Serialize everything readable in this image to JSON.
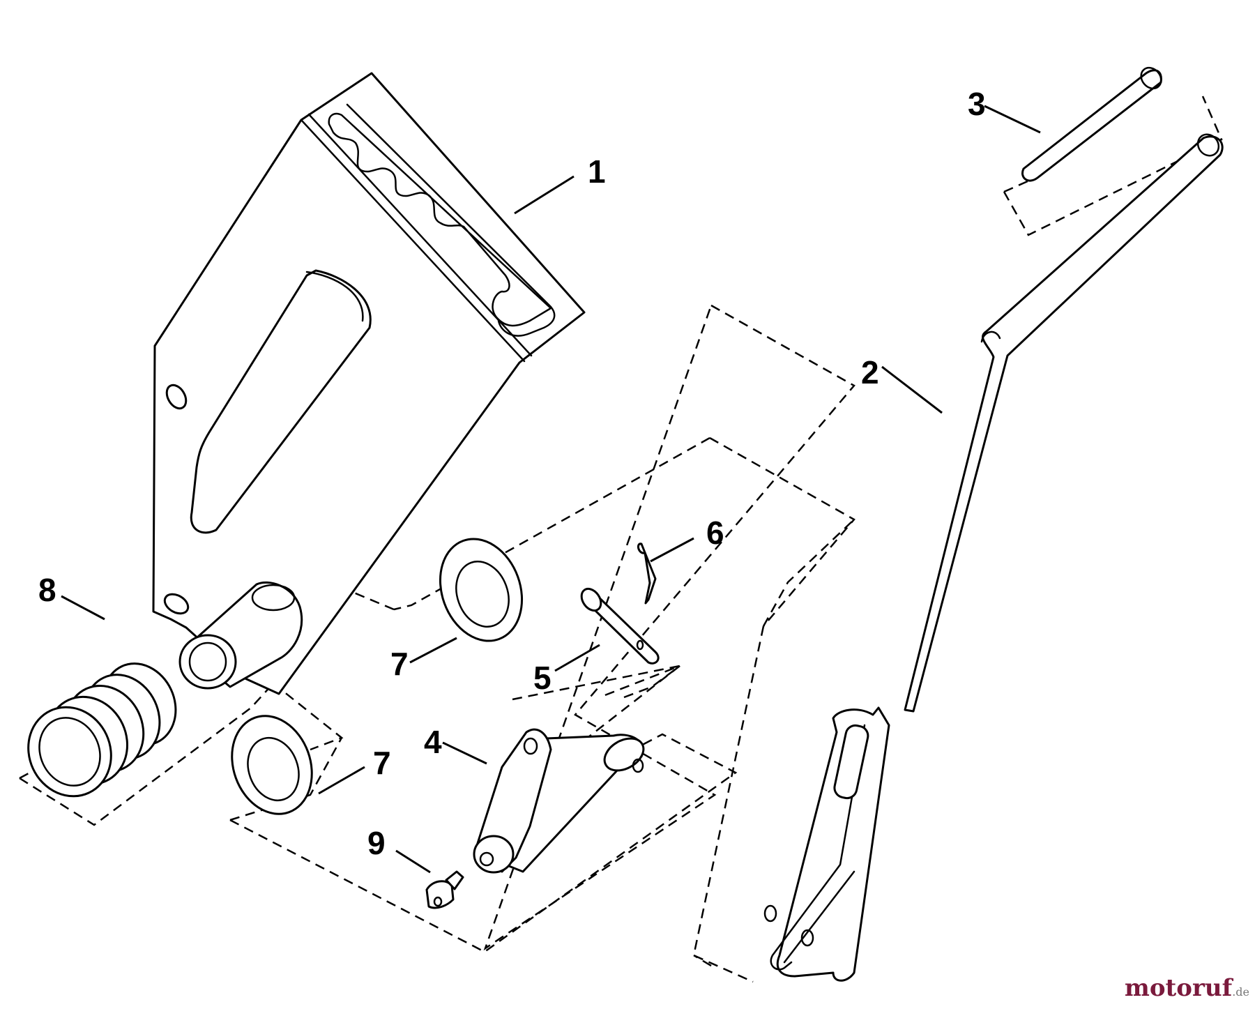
{
  "callouts": {
    "c1": "1",
    "c2": "2",
    "c3": "3",
    "c4": "4",
    "c5": "5",
    "c6": "6",
    "c7a": "7",
    "c7b": "7",
    "c8": "8",
    "c9": "9"
  },
  "watermark": {
    "brand": "motoruf",
    "domain": ".de"
  },
  "colors": {
    "line": "#000000",
    "background": "#ffffff",
    "watermark_primary": "#7a1a3c",
    "watermark_accent": "#e0a000"
  }
}
